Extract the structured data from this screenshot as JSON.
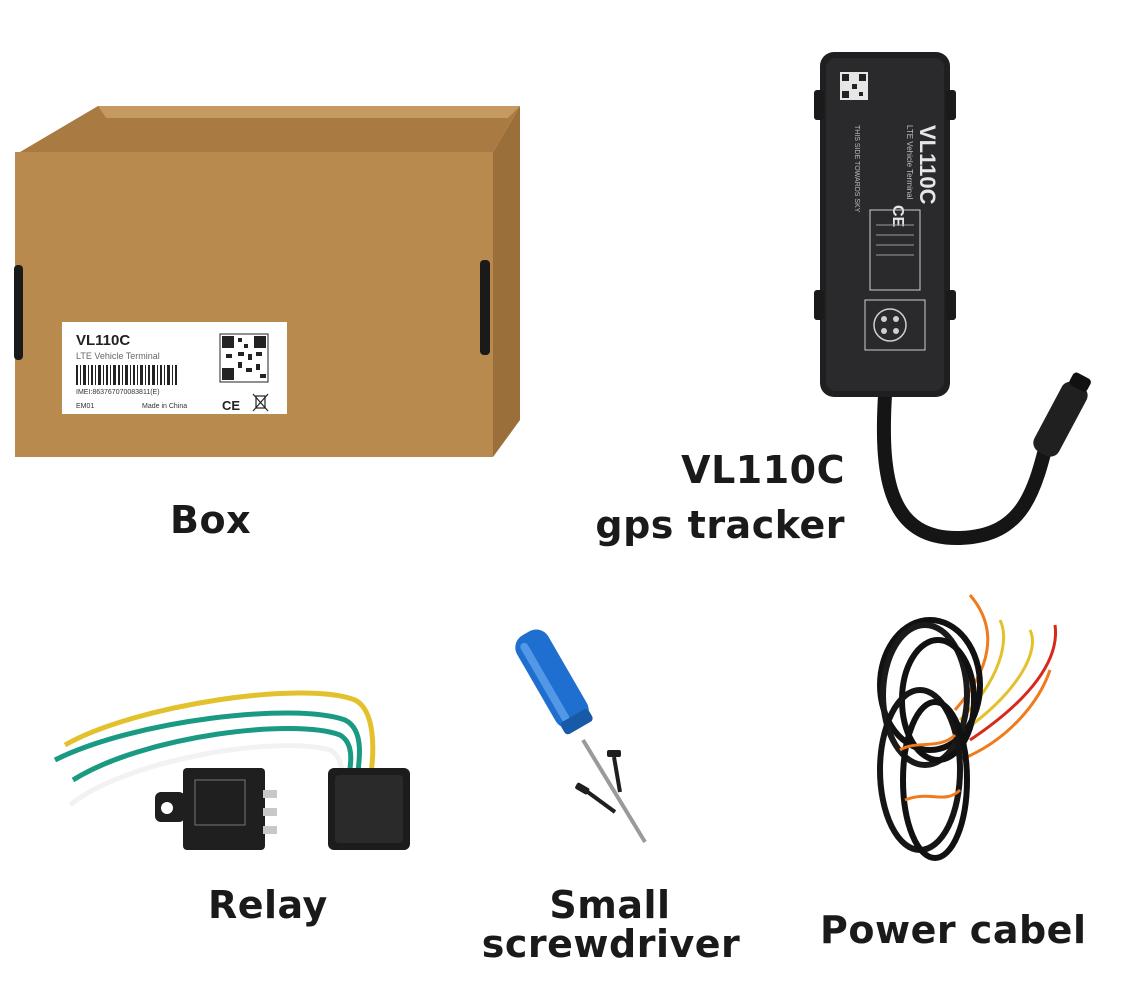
{
  "captions": {
    "box": "Box",
    "tracker_line1": "VL110C",
    "tracker_line2": "gps tracker",
    "relay": "Relay",
    "screwdriver_line1": "Small",
    "screwdriver_line2": "screwdriver",
    "power_cable": "Power cabel"
  },
  "box_label": {
    "model": "VL110C",
    "subtitle": "LTE Vehicle Terminal",
    "imei": "IMEI:863767070083811(E)",
    "code": "EM01",
    "origin": "Made in China",
    "ce_mark": "CE"
  },
  "tracker_label": {
    "model": "VL110C",
    "subtitle": "LTE Vehicle Terminal",
    "ce_mark": "CE",
    "orientation": "THIS SIDE TOWARDS SKY"
  },
  "colors": {
    "cardboard": "#b88a4e",
    "cardboard_dark": "#9a6f3a",
    "device": "#1f1f21",
    "screwdriver_handle": "#1e6fd0"
  }
}
